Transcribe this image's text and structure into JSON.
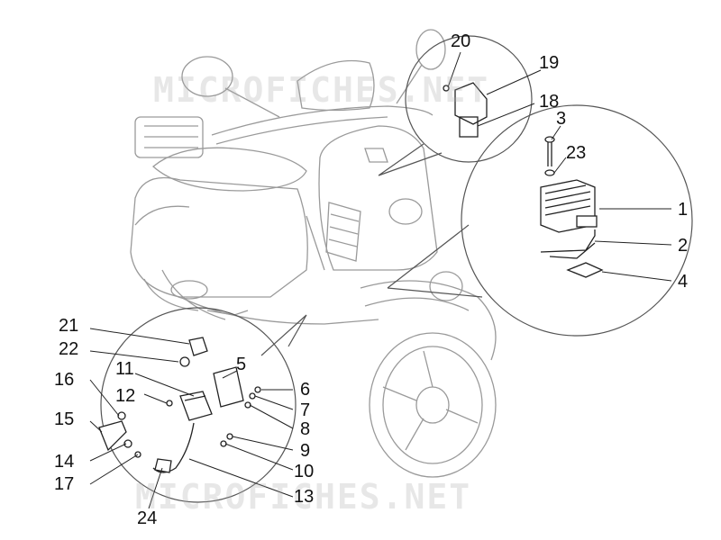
{
  "watermark": {
    "text": "MICROFICHES.NET"
  },
  "callouts": {
    "c1": "1",
    "c2": "2",
    "c3": "3",
    "c4": "4",
    "c5": "5",
    "c6": "6",
    "c7": "7",
    "c8": "8",
    "c9": "9",
    "c10": "10",
    "c11": "11",
    "c12": "12",
    "c13": "13",
    "c14": "14",
    "c15": "15",
    "c16": "16",
    "c17": "17",
    "c18": "18",
    "c19": "19",
    "c20": "20",
    "c21": "21",
    "c22": "22",
    "c23": "23",
    "c24": "24"
  },
  "colors": {
    "line": "#222222",
    "scooter_line": "#9a9a9a",
    "watermark": "#aaaaaa"
  }
}
